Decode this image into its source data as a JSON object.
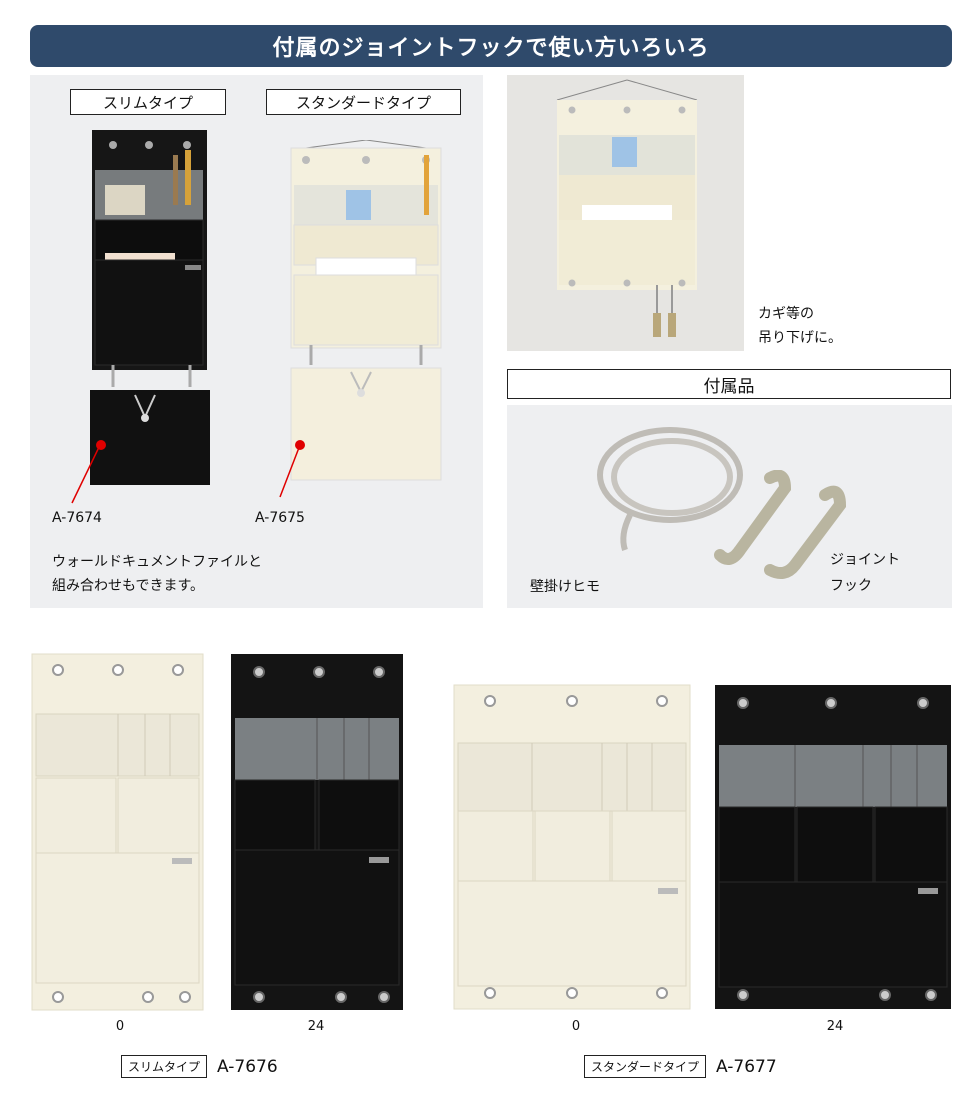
{
  "banner": {
    "title": "付属のジョイントフックで使い方いろいろ"
  },
  "left_panel": {
    "slim_label": "スリムタイプ",
    "standard_label": "スタンダードタイプ",
    "code_slim": "A-7674",
    "code_standard": "A-7675",
    "note_line1": "ウォールドキュメントファイルと",
    "note_line2": "組み合わせもできます。"
  },
  "photo_caption": {
    "line1": "カギ等の",
    "line2": "吊り下げに。"
  },
  "accessories": {
    "title": "付属品",
    "rope_label": "壁掛けヒモ",
    "hook_line1": "ジョイント",
    "hook_line2": "フック"
  },
  "products": [
    {
      "num": "0"
    },
    {
      "num": "24"
    },
    {
      "num": "0"
    },
    {
      "num": "24"
    }
  ],
  "models": [
    {
      "type": "スリムタイプ",
      "code": "A-7676"
    },
    {
      "type": "スタンダードタイプ",
      "code": "A-7677"
    }
  ],
  "colors": {
    "banner": "#2f4a6b",
    "ivory": "#f3efdf",
    "black": "#141414",
    "accent_red": "#e00000"
  }
}
